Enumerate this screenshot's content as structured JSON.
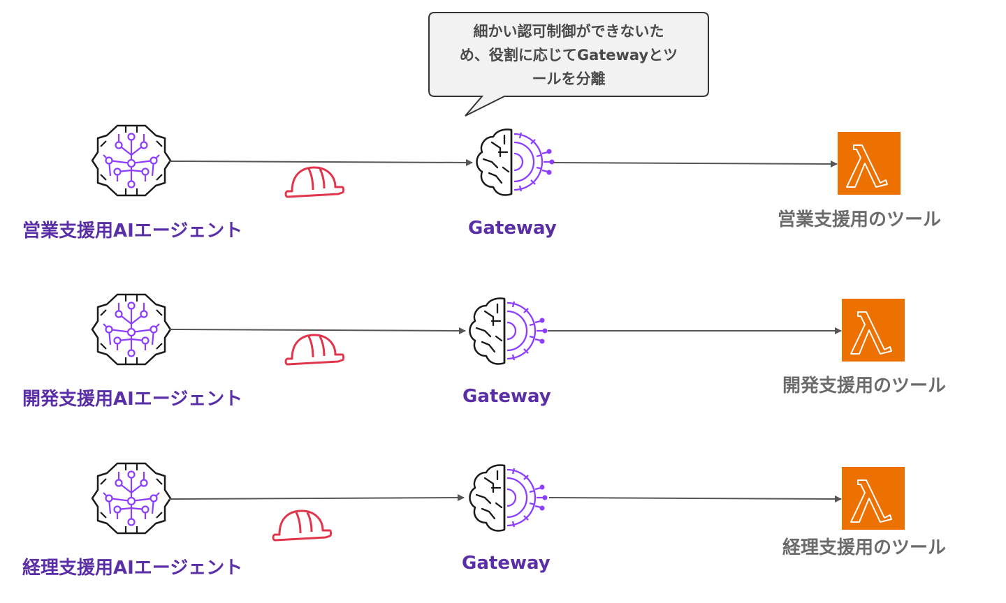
{
  "callout": {
    "lines": [
      "細かい認可制御ができないた",
      "め、役割に応じてGatewayとツ",
      "ールを分離"
    ]
  },
  "rows": [
    {
      "agent_label": "営業支援用AIエージェント",
      "gateway_label": "Gateway",
      "tool_label": "営業支援用のツール"
    },
    {
      "agent_label": "開発支援用AIエージェント",
      "gateway_label": "Gateway",
      "tool_label": "開発支援用のツール"
    },
    {
      "agent_label": "経理支援用AIエージェント",
      "gateway_label": "Gateway",
      "tool_label": "経理支援用のツール"
    }
  ],
  "colors": {
    "agent_accent": "#8c3dff",
    "label_purple": "#5a2ea6",
    "helmet_red": "#e0354b",
    "lambda_orange": "#ed7100",
    "arrow": "#555555",
    "tool_label": "#6b6b6b"
  },
  "icons": {
    "agent": "ai-brain-icon",
    "gateway": "gateway-brain-gear-icon",
    "identity": "hard-hat-icon",
    "tool": "lambda-icon"
  }
}
